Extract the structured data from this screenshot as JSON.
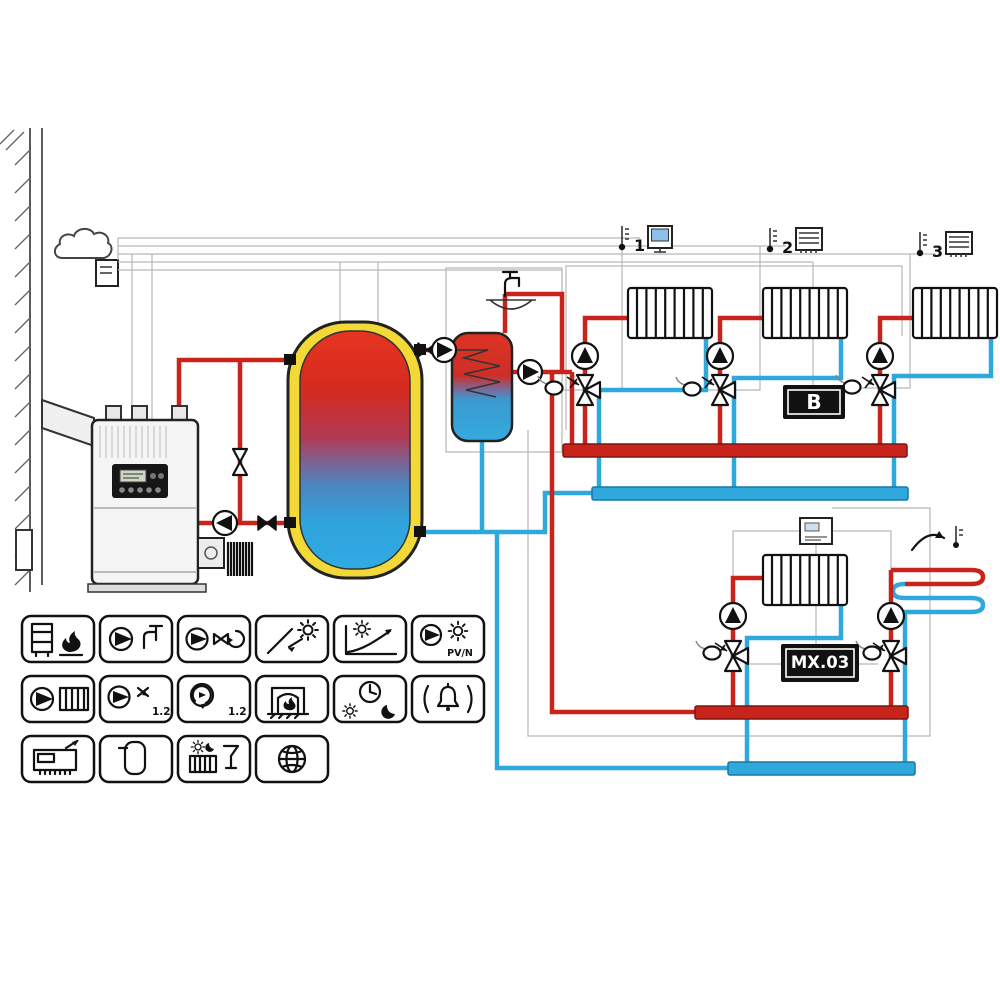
{
  "diagram": {
    "type": "hydraulic-heating-schematic"
  },
  "colors": {
    "supply_pipe": "#c8241c",
    "return_pipe": "#2fa8dc",
    "buffer_tank_shell": "#f2d937",
    "outline": "#111111",
    "wiring": "#b8b8b8",
    "sensor_screen": "#8cc0ea"
  },
  "top_sensors": [
    {
      "name": "temp-sensor-zone-1",
      "label": "1"
    },
    {
      "name": "temp-sensor-zone-2",
      "label": "2"
    },
    {
      "name": "temp-sensor-zone-3",
      "label": "3"
    }
  ],
  "controllers": {
    "zone_module": {
      "label": "B"
    },
    "mixer_module": {
      "label": "MX.03"
    }
  },
  "legend": {
    "pv_label": "PV/N",
    "pump_group_label": "1.2",
    "mixer_group_label": "1.2",
    "items": [
      {
        "name": "solid-fuel-boiler"
      },
      {
        "name": "dhw-pump"
      },
      {
        "name": "pump-mixing-valve"
      },
      {
        "name": "solar-collector"
      },
      {
        "name": "heating-curve"
      },
      {
        "name": "pv-pump"
      },
      {
        "name": "radiator-circuit-pump"
      },
      {
        "name": "pump-group-1-2"
      },
      {
        "name": "mixing-valve-1-2"
      },
      {
        "name": "fireplace"
      },
      {
        "name": "time-program-day-night"
      },
      {
        "name": "alarm"
      },
      {
        "name": "controller"
      },
      {
        "name": "storage-tank"
      },
      {
        "name": "radiator-day-night-party"
      },
      {
        "name": "internet"
      }
    ]
  }
}
